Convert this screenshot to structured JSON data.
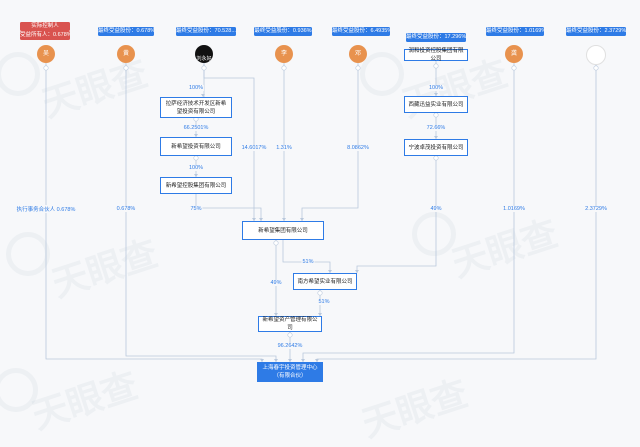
{
  "watermark": "天眼查",
  "top_labels": [
    {
      "text": "实际控制人",
      "kind": "red"
    },
    {
      "text": "受益所有人：0.678%",
      "kind": "red2"
    },
    {
      "text": "最终受益股份：0.678%",
      "kind": "blue"
    },
    {
      "text": "最终受益股份：70.528...",
      "kind": "blue"
    },
    {
      "text": "最终受益股份：0.936%",
      "kind": "blue"
    },
    {
      "text": "最终受益股份：6.4935%",
      "kind": "blue"
    },
    {
      "text": "最终受益股份：17.296%",
      "kind": "blue"
    },
    {
      "text": "最终受益股份：1.0169%",
      "kind": "blue"
    },
    {
      "text": "最终受益股份：2.3729%",
      "kind": "blue"
    }
  ],
  "persons": [
    {
      "name": "吴"
    },
    {
      "name": "黄"
    },
    {
      "name": "刘永好"
    },
    {
      "name": "李"
    },
    {
      "name": "邓"
    },
    {
      "name": "龚"
    },
    {
      "name": ""
    }
  ],
  "companies": {
    "lasa": "拉萨经济技术开发区新希望投资有限公司",
    "xwtz": "新希望投资有限公司",
    "kgjt": "新希望控股集团有限公司",
    "runhe": "润和投资控股集团有限公司",
    "xizang": "西藏迅益实业有限公司",
    "ningbo": "宁波卓茂投资有限公司",
    "jt": "新希望集团有限公司",
    "nanfang": "南方希望实业有限公司",
    "zichan": "新希望资产管理有限公司",
    "final": "上海春宇投资管理中心（有限合伙）"
  },
  "edge_labels": {
    "liu_lasa": "100%",
    "lasa_xwtz": "66.2501%",
    "xwtz_kgjt": "100%",
    "kgjt_jt": "75%",
    "liu_jt": "14.6017%",
    "li_jt": "1.31%",
    "deng_jt": "8.0862%",
    "runhe_xizang": "100%",
    "xizang_ningbo": "72.66%",
    "ningbo_nanfang": "49%",
    "wu_final": "执行事务合伙人 0.678%",
    "huang_final": "0.678%",
    "gong_final": "1.0169%",
    "p7_final": "2.3729%",
    "jt_nanfang": "51%",
    "jt_zichan": "49%",
    "nanfang_zichan": "51%",
    "zichan_final": "96.2642%"
  },
  "colors": {
    "accent": "#2e7be6",
    "person": "#e8924e",
    "red": "#d9534f"
  }
}
